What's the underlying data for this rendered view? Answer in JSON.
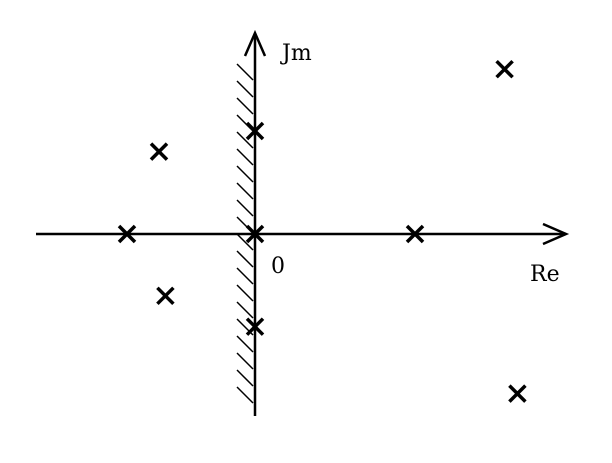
{
  "diagram": {
    "labels": {
      "imag_axis": "Jm",
      "real_axis": "Re",
      "origin": "0"
    },
    "colors": {
      "ink": "#000000",
      "background": "#ffffff"
    },
    "poles": [
      {
        "id": "upper-right",
        "re": 3.9,
        "im": 1.6
      },
      {
        "id": "on-imag-upper",
        "re": 0.0,
        "im": 1.0
      },
      {
        "id": "upper-left",
        "re": -1.5,
        "im": 0.8
      },
      {
        "id": "left-real",
        "re": -2.0,
        "im": 0.0
      },
      {
        "id": "origin",
        "re": 0.0,
        "im": 0.0
      },
      {
        "id": "right-real",
        "re": 2.5,
        "im": 0.0
      },
      {
        "id": "lower-left",
        "re": -1.4,
        "im": -0.6
      },
      {
        "id": "on-imag-lower",
        "re": 0.0,
        "im": -0.9
      },
      {
        "id": "lower-right",
        "re": 4.1,
        "im": -1.55
      }
    ]
  }
}
